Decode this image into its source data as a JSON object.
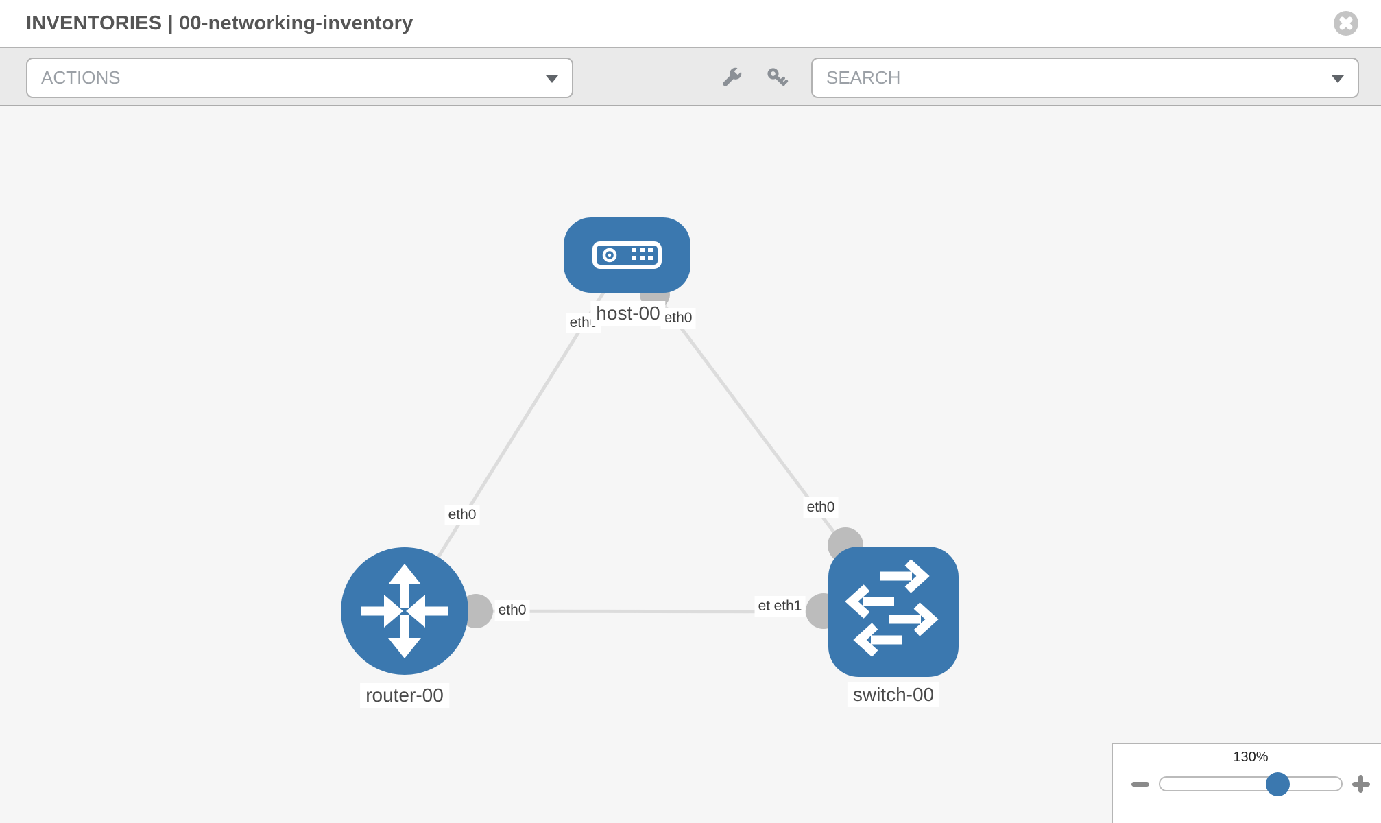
{
  "header": {
    "title": "INVENTORIES | 00-networking-inventory"
  },
  "toolbar": {
    "actions_label": "ACTIONS",
    "search_label": "SEARCH"
  },
  "icons": {
    "close": "x-circle",
    "wrench": "wrench",
    "key": "key",
    "actions_caret": "caret-down",
    "search_caret": "caret-down",
    "zoom_out": "minus",
    "zoom_in": "plus"
  },
  "topology": {
    "nodes": [
      {
        "label": "host-00",
        "type": "host"
      },
      {
        "label": "router-00",
        "type": "router"
      },
      {
        "label": "switch-00",
        "type": "switch"
      }
    ],
    "links": [
      {
        "from": "host-00",
        "to": "router-00",
        "from_interface": "eth0",
        "to_interface": "eth0"
      },
      {
        "from": "host-00",
        "to": "switch-00",
        "from_interface": "eth0",
        "to_interface": "eth0"
      },
      {
        "from": "router-00",
        "to": "switch-00",
        "from_interface": "eth0",
        "to_interface": "eth1",
        "occluded_interface_label": "eth0"
      }
    ]
  },
  "zoom_control": {
    "level": "130%"
  },
  "colors": {
    "node_blue": "#3b78af",
    "edge_gray": "#dcdcdc",
    "port_gray": "#bcbcbc",
    "toolbar_gray": "#eaeaea",
    "canvas_gray": "#f6f6f6"
  }
}
